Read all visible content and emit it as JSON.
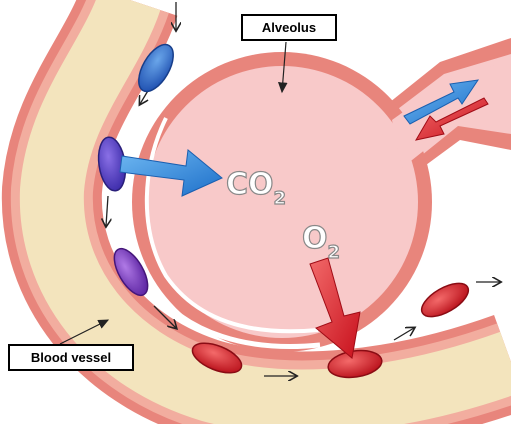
{
  "labels": {
    "alveolus": "Alveolus",
    "blood_vessel": "Blood vessel"
  },
  "gases": {
    "co2_main": "CO",
    "co2_sub": "2",
    "o2_main": "O",
    "o2_sub": "2"
  },
  "colors": {
    "vessel_wall": "#e8857c",
    "vessel_inner_wall": "#f0a79b",
    "blood_plasma": "#f3e4bd",
    "alveolus_fill": "#f8c9c9",
    "alveolus_wall": "#e8857c",
    "deoxygenated_cell": "#2f6fd0",
    "oxygenated_cell": "#d8202a",
    "transition_cell": "#7a3fb8",
    "co2_arrow": "#2f8fe0",
    "o2_arrow": "#e0242e"
  }
}
